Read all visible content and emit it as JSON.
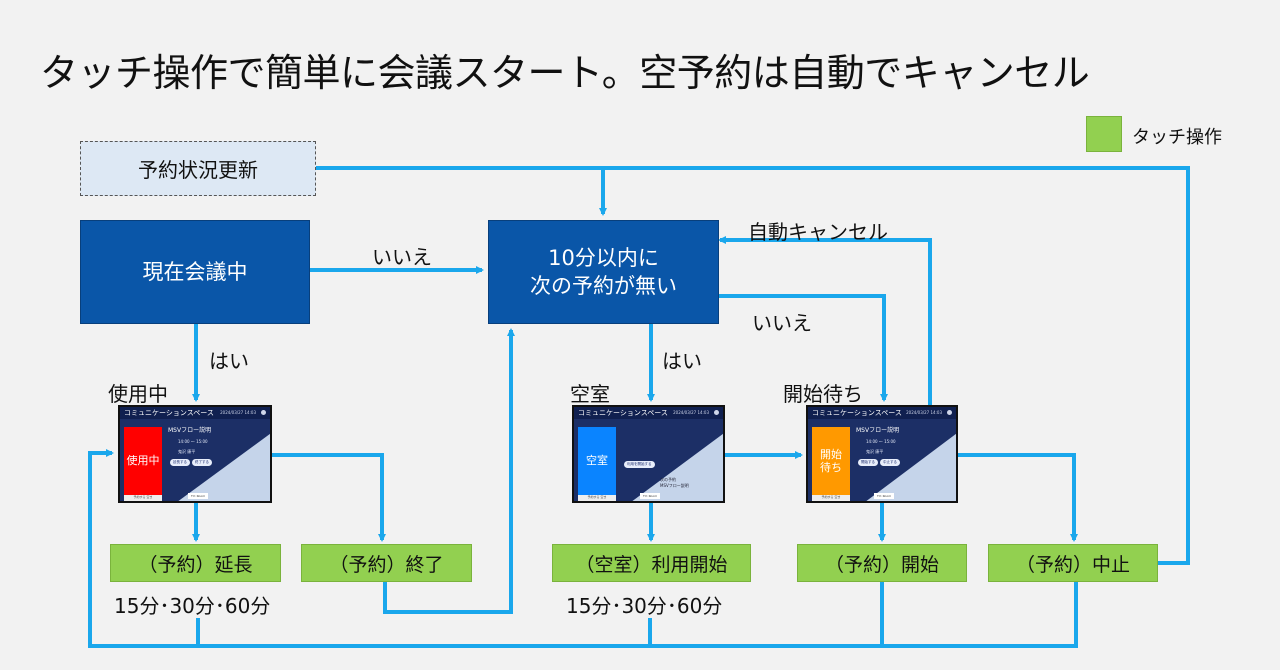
{
  "title": "タッチ操作で簡単に会議スタート。空予約は自動でキャンセル",
  "legend": {
    "label": "タッチ操作",
    "color": "#92d050"
  },
  "nodes": {
    "update": "予約状況更新",
    "current": "現在会議中",
    "check_line1": "10分以内に",
    "check_line2": "次の予約が無い"
  },
  "edge_labels": {
    "no1": "いいえ",
    "no2": "いいえ",
    "yes1": "はい",
    "yes2": "はい",
    "auto_cancel": "自動キャンセル"
  },
  "state_labels": {
    "in_use": "使用中",
    "vacant": "空室",
    "waiting": "開始待ち"
  },
  "screens": {
    "room_name": "コミュニケーションスペース",
    "meeting_title": "MSVフロー説明",
    "time": "14:00 ～ 15:00",
    "host": "鬼沢 康平",
    "in_use_status": "使用中",
    "vacant_status": "空室",
    "waiting_status_line1": "開始",
    "waiting_status_line2": "待ち",
    "btn_extend": "延長する",
    "btn_end": "終了する",
    "btn_start": "利用を開始する",
    "btn_start_short": "開始する",
    "btn_cancel": "中止する",
    "clock": "2024/03/27 14:03",
    "tag": "TV: Room",
    "next_label": "次の予約",
    "foot_text": "予約する 空き"
  },
  "actions": {
    "extend": "（予約）延長",
    "end": "（予約）終了",
    "vacant_start": "（空室）利用開始",
    "start": "（予約）開始",
    "cancel": "（予約）中止"
  },
  "durations": {
    "extend_options": "15分･30分･60分",
    "vacant_options": "15分･30分･60分"
  },
  "colors": {
    "arrow": "#1aa7ec",
    "blue_box": "#0a56a8",
    "in_use": "#ff0000",
    "vacant": "#0a84ff",
    "waiting": "#ff9900",
    "action": "#92d050"
  }
}
